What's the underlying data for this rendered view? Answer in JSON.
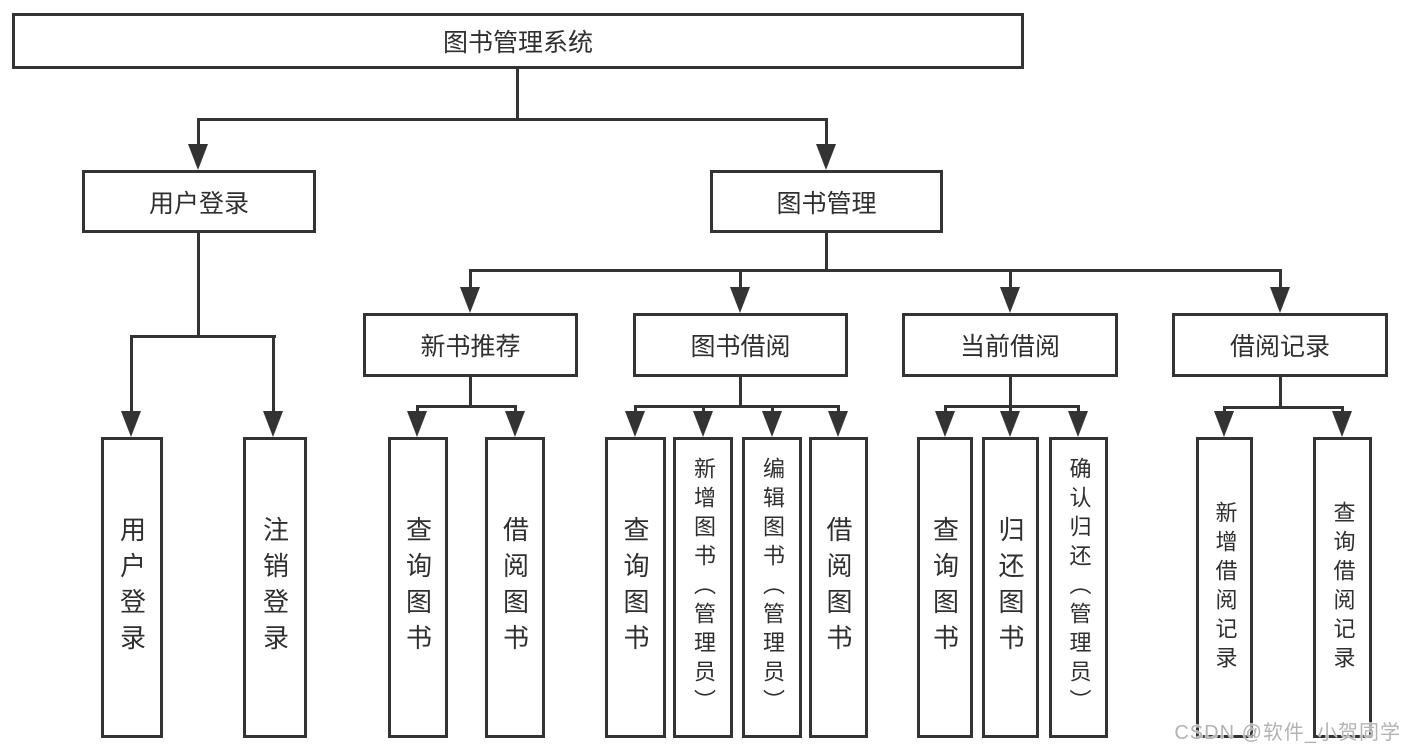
{
  "diagram": {
    "title": "图书管理系统",
    "branches": [
      {
        "label": "用户登录",
        "children": [
          {
            "label": "用户登录"
          },
          {
            "label": "注销登录"
          }
        ]
      },
      {
        "label": "图书管理",
        "children": [
          {
            "label": "新书推荐",
            "children": [
              {
                "label": "查询图书"
              },
              {
                "label": "借阅图书"
              }
            ]
          },
          {
            "label": "图书借阅",
            "children": [
              {
                "label": "查询图书"
              },
              {
                "label": "新增图书（管理员）"
              },
              {
                "label": "编辑图书（管理员）"
              },
              {
                "label": "借阅图书"
              }
            ]
          },
          {
            "label": "当前借阅",
            "children": [
              {
                "label": "查询图书"
              },
              {
                "label": "归还图书"
              },
              {
                "label": "确认归还（管理员）"
              }
            ]
          },
          {
            "label": "借阅记录",
            "children": [
              {
                "label": "新增借阅记录"
              },
              {
                "label": "查询借阅记录"
              }
            ]
          }
        ]
      }
    ]
  },
  "watermark": {
    "text": "CSDN @软件_小贺同学",
    "color": "#b3b3b3"
  },
  "colors": {
    "line": "#333333",
    "text": "#2f2f2f",
    "background": "#ffffff",
    "box_fill": "#ffffff"
  }
}
